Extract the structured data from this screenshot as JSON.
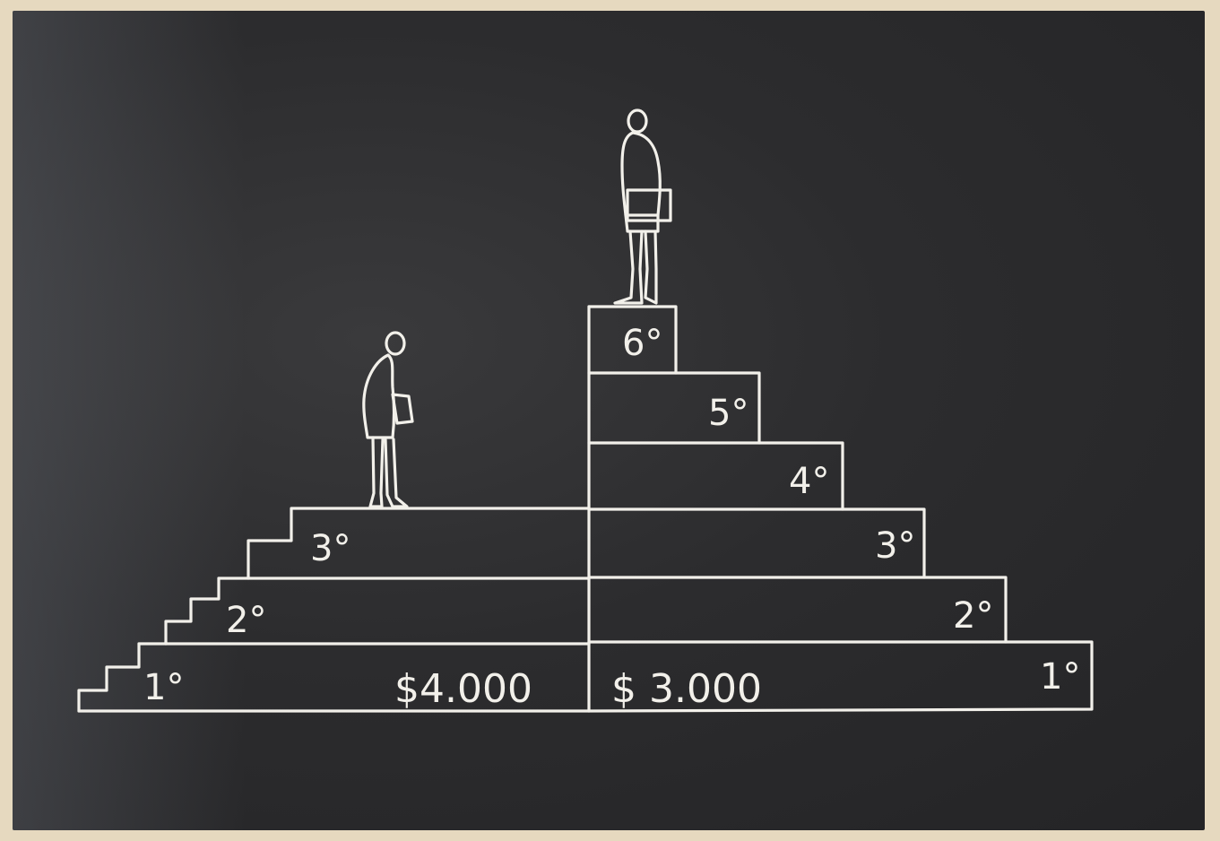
{
  "colors": {
    "chalk": "#f2f0ea",
    "board": "#2c2c2e",
    "paper": "#e6d9bf"
  },
  "left_pyramid": {
    "steps": [
      "1°",
      "2°",
      "3°"
    ],
    "amount": "$4.000"
  },
  "right_pyramid": {
    "steps": [
      "1°",
      "2°",
      "3°",
      "4°",
      "5°",
      "6°"
    ],
    "amount": "$ 3.000"
  },
  "figures": [
    "person-on-left-3rd-step",
    "person-on-right-6th-step"
  ]
}
